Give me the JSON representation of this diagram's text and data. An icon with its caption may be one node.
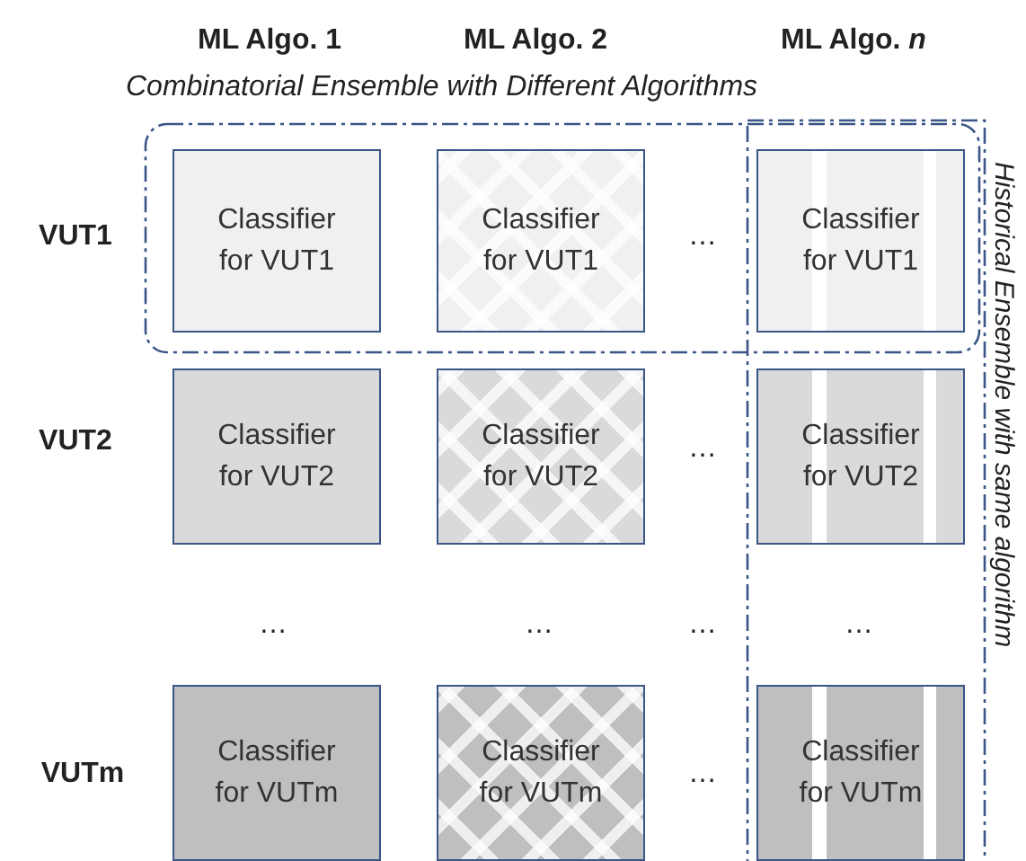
{
  "diagram": {
    "nodes": [
      {
        "text": [
          "Combinatorial Ensemble with Different Algorithms"
        ]
      },
      {
        "text": [
          "Historical Ensemble with same algorithm"
        ]
      },
      {
        "text": [
          "Classifier for VUT1"
        ],
        "in": 0
      },
      {
        "text": [
          "Classifier for VUT1"
        ],
        "in": 0
      },
      {
        "text": [
          "Classifier for VUT1"
        ]
      },
      {
        "text": [
          "Classifier for VUT2"
        ]
      },
      {
        "text": [
          "Classifier for VUT2"
        ]
      },
      {
        "text": [
          "Classifier for VUT2"
        ],
        "in": 1
      },
      {
        "text": [
          "Classifier for VUTm"
        ]
      },
      {
        "text": [
          "Classifier for VUTm"
        ]
      },
      {
        "text": [
          "Classifier for VUTm"
        ],
        "in": 1
      }
    ],
    "edges": [],
    "labels": [
      "ML Algo. 1",
      "ML Algo. 2",
      "ML Algo. *n*",
      "VUT1",
      "…",
      "VUT2",
      "…",
      "…",
      "…",
      "…",
      "…",
      "VUTm",
      "…"
    ]
  }
}
